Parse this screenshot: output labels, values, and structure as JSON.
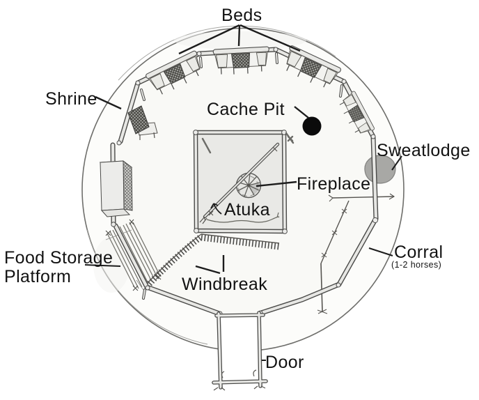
{
  "figure": {
    "labels": {
      "beds": "Beds",
      "shrine": "Shrine",
      "cache_pit": "Cache Pit",
      "sweatlodge": "Sweatlodge",
      "fireplace": "Fireplace",
      "atuka": "Atuka",
      "food_storage_line1": "Food Storage",
      "food_storage_line2": "Platform",
      "windbreak": "Windbreak",
      "corral": "Corral",
      "corral_note": "(1-2 horses)",
      "door": "Door"
    },
    "colors": {
      "label_ink": "#121212",
      "line_ink": "#3f3f3d",
      "pole_fill": "#e7e7e4",
      "cache_pit_fill": "#0b0b0b",
      "sweatlodge_fill": "#a8a8a5",
      "square_fill": "#e9e9e6",
      "background": "#ffffff"
    }
  }
}
